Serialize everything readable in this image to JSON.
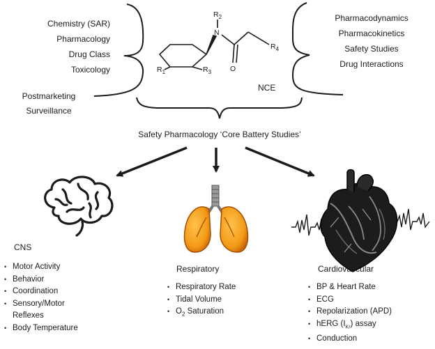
{
  "left_topics": [
    "Chemistry (SAR)",
    "Pharmacology",
    "Drug Class",
    "Toxicology"
  ],
  "postmarketing": [
    "Postmarketing",
    "Surveillance"
  ],
  "right_topics": [
    "Pharmacodynamics",
    "Pharmacokinetics",
    "Safety Studies",
    "Drug Interactions"
  ],
  "molecule": {
    "nce_label": "NCE",
    "n": "N",
    "o": "O",
    "r1": "R",
    "r1_sub": "1",
    "r2": "R",
    "r2_sub": "2",
    "r3": "R",
    "r3_sub": "3",
    "r4": "R",
    "r4_sub": "4"
  },
  "core_title": "Safety Pharmacology ‘Core Battery Studies’",
  "cns": {
    "title": "CNS",
    "items": [
      "Motor Activity",
      "Behavior",
      "Coordination",
      "Sensory/Motor",
      "Body Temperature"
    ],
    "continuation": "Reflexes"
  },
  "respiratory": {
    "title": "Respiratory",
    "items": [
      "Respiratory Rate",
      "Tidal Volume"
    ],
    "o2_prefix": "O",
    "o2_sub": "2",
    "o2_suffix": " Saturation"
  },
  "cardio": {
    "title": "Cardiovascular",
    "items": [
      "BP & Heart Rate",
      "ECG",
      "Repolarization (APD)"
    ],
    "herg_prefix": "hERG (I",
    "herg_sub": "Kr",
    "herg_suffix": ") assay",
    "last_item": "Conduction"
  },
  "colors": {
    "lung_fill": "#f29a16",
    "lung_dark": "#c25d05",
    "ink": "#1a1a1a"
  }
}
